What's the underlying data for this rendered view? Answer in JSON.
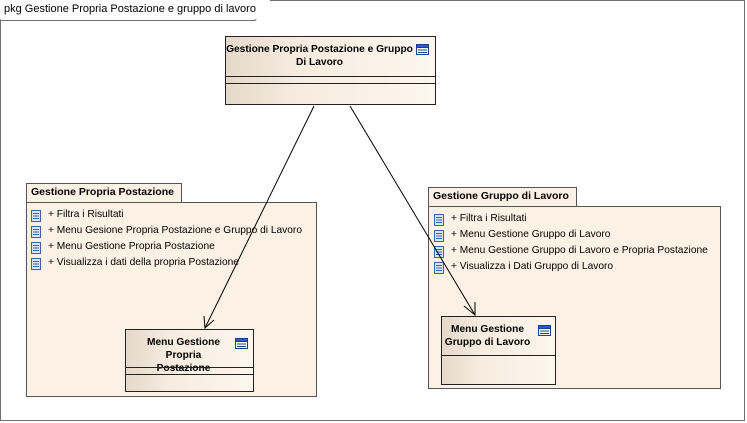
{
  "frame": {
    "title": "pkg Gestione Propria Postazione e gruppo di lavoro"
  },
  "main_class": {
    "title": "Gestione Propria Postazione e Gruppo Di Lavoro",
    "icon": "class-icon"
  },
  "left_package": {
    "title": "Gestione Propria Postazione",
    "items": [
      "+ Filtra i Risultati",
      "+ Menu Gesione Propria Postazione e Gruppo di Lavoro",
      "+ Menu Gestione Propria Postazione",
      "+ Visualizza i dati della propria Postazione"
    ],
    "class": {
      "title": "Menu Gestione Propria Postazione",
      "icon": "class-icon"
    }
  },
  "right_package": {
    "title": "Gestione Gruppo di Lavoro",
    "items": [
      "+ Filtra i Risultati",
      "+ Menu Gestione Gruppo di Lavoro",
      "+ Menu Gestione Gruppo di Lavoro e Propria Postazione",
      "+ Visualizza i Dati Gruppo di Lavoro"
    ],
    "class": {
      "title": "Menu Gestione Gruppo di Lavoro",
      "icon": "class-icon"
    }
  },
  "colors": {
    "package_fill": "#fbf1e5",
    "border": "#555555",
    "arrow": "#000000"
  }
}
